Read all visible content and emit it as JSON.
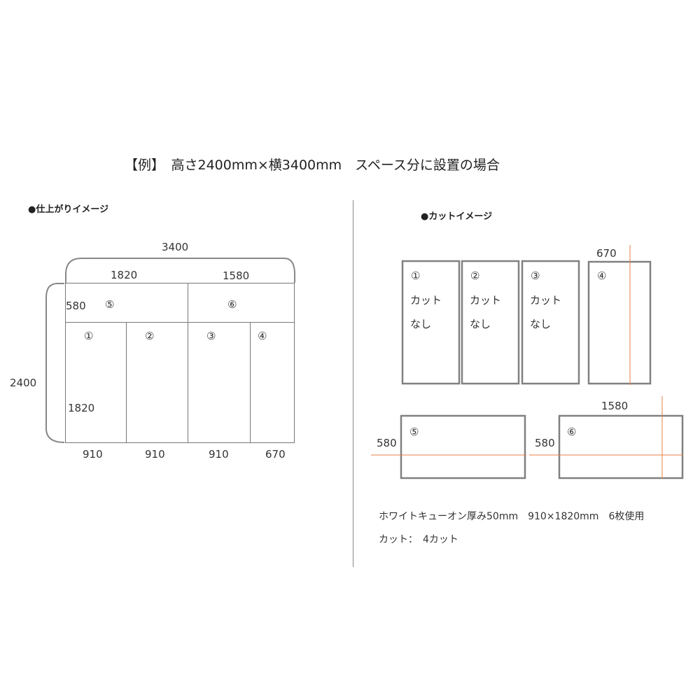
{
  "title": "【例】　高さ2400mm×横3400mm　スペース分に設置の場合",
  "left_section": {
    "heading": "●仕上がりイメージ",
    "total_width": "3400",
    "top_widths": [
      "1820",
      "1580"
    ],
    "total_height": "2400",
    "top_row_height": "580",
    "panel_height": "1820",
    "bottom_widths": [
      "910",
      "910",
      "910",
      "670"
    ],
    "panels": [
      "①",
      "②",
      "③",
      "④",
      "⑤",
      "⑥"
    ]
  },
  "right_section": {
    "heading": "●カットイメージ",
    "boards": [
      {
        "id": "①",
        "line1": "カット",
        "line2": "なし"
      },
      {
        "id": "②",
        "line1": "カット",
        "line2": "なし"
      },
      {
        "id": "③",
        "line1": "カット",
        "line2": "なし"
      },
      {
        "id": "④",
        "dimension": "670"
      },
      {
        "id": "⑤",
        "dimension": "580"
      },
      {
        "id": "⑥",
        "dimension_h": "580",
        "dimension_w": "1580"
      }
    ],
    "note_line1": "ホワイトキューオン厚み50mm　910×1820mm　6枚使用",
    "note_line2": "カット：　4カット"
  },
  "colors": {
    "board_stroke": "#808080",
    "cut_line": "#e8804a",
    "divider": "#888888"
  }
}
